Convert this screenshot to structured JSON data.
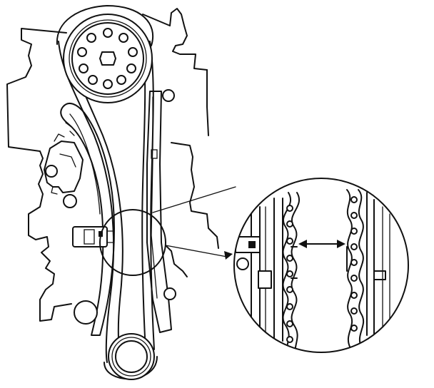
{
  "figure": {
    "kind": "line-drawing",
    "colors": {
      "line": "#111111",
      "background": "#ffffff"
    },
    "parts": [
      "engine-block-outline",
      "camshaft-sprocket",
      "crankshaft-sprocket",
      "timing-chain",
      "chain-guide",
      "tensioner-arm",
      "chain-tensioner",
      "auto-tensioner",
      "magnifier-circle",
      "detail-callout",
      "detail-view",
      "clearance-arrow"
    ]
  }
}
